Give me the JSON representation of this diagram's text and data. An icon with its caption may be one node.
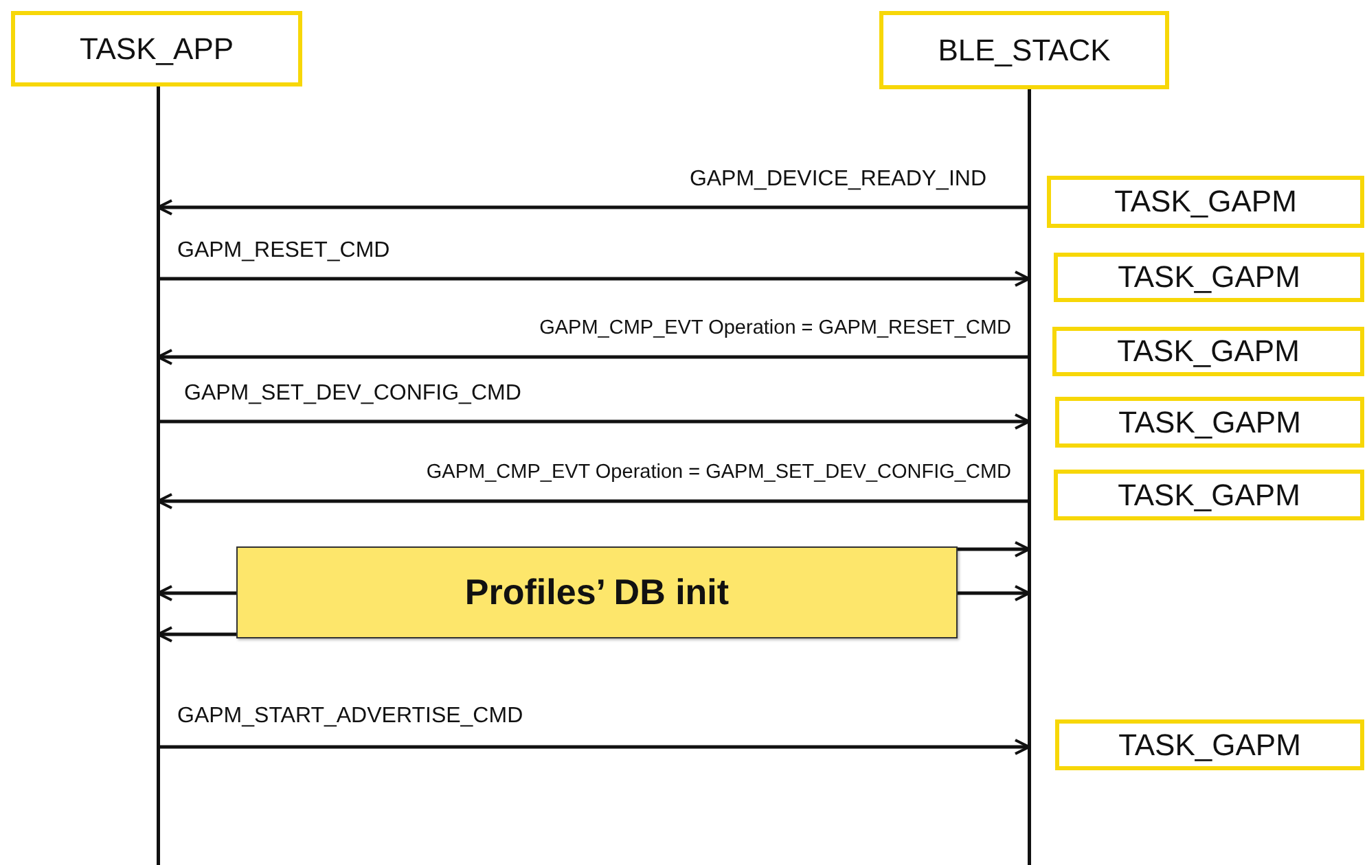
{
  "diagram": {
    "nodes": [
      {
        "text": [
          "TASK_APP"
        ]
      },
      {
        "text": [
          "BLE_STACK"
        ]
      },
      {
        "text": [
          "TASK_GAPM"
        ]
      },
      {
        "text": [
          "TASK_GAPM"
        ]
      },
      {
        "text": [
          "TASK_GAPM"
        ]
      },
      {
        "text": [
          "TASK_GAPM"
        ]
      },
      {
        "text": [
          "TASK_GAPM"
        ]
      },
      {
        "text": [
          "TASK_GAPM"
        ]
      },
      {
        "text": [
          "Profiles’ DB init"
        ]
      }
    ],
    "edges": [
      {
        "from": 1,
        "to": 0,
        "arrow": "to",
        "label": "GAPM_DEVICE_READY_IND"
      },
      {
        "from": 0,
        "to": 1,
        "arrow": "to",
        "label": "GAPM_RESET_CMD"
      },
      {
        "from": 1,
        "to": 0,
        "arrow": "to",
        "label": "GAPM_CMP_EVT Operation = GAPM_RESET_CMD"
      },
      {
        "from": 0,
        "to": 1,
        "arrow": "to",
        "label": "GAPM_SET_DEV_CONFIG_CMD"
      },
      {
        "from": 1,
        "to": 0,
        "arrow": "to",
        "label": "GAPM_CMP_EVT Operation = GAPM_SET_DEV_CONFIG_CMD"
      },
      {
        "from": 8,
        "to": 1,
        "arrow": "to"
      },
      {
        "from": 8,
        "to": 1,
        "arrow": "to"
      },
      {
        "from": 8,
        "to": 0,
        "arrow": "to"
      },
      {
        "from": 8,
        "to": 0,
        "arrow": "to"
      },
      {
        "from": 0,
        "to": 1,
        "arrow": "to",
        "label": "GAPM_START_ADVERTISE_CMD"
      }
    ]
  }
}
